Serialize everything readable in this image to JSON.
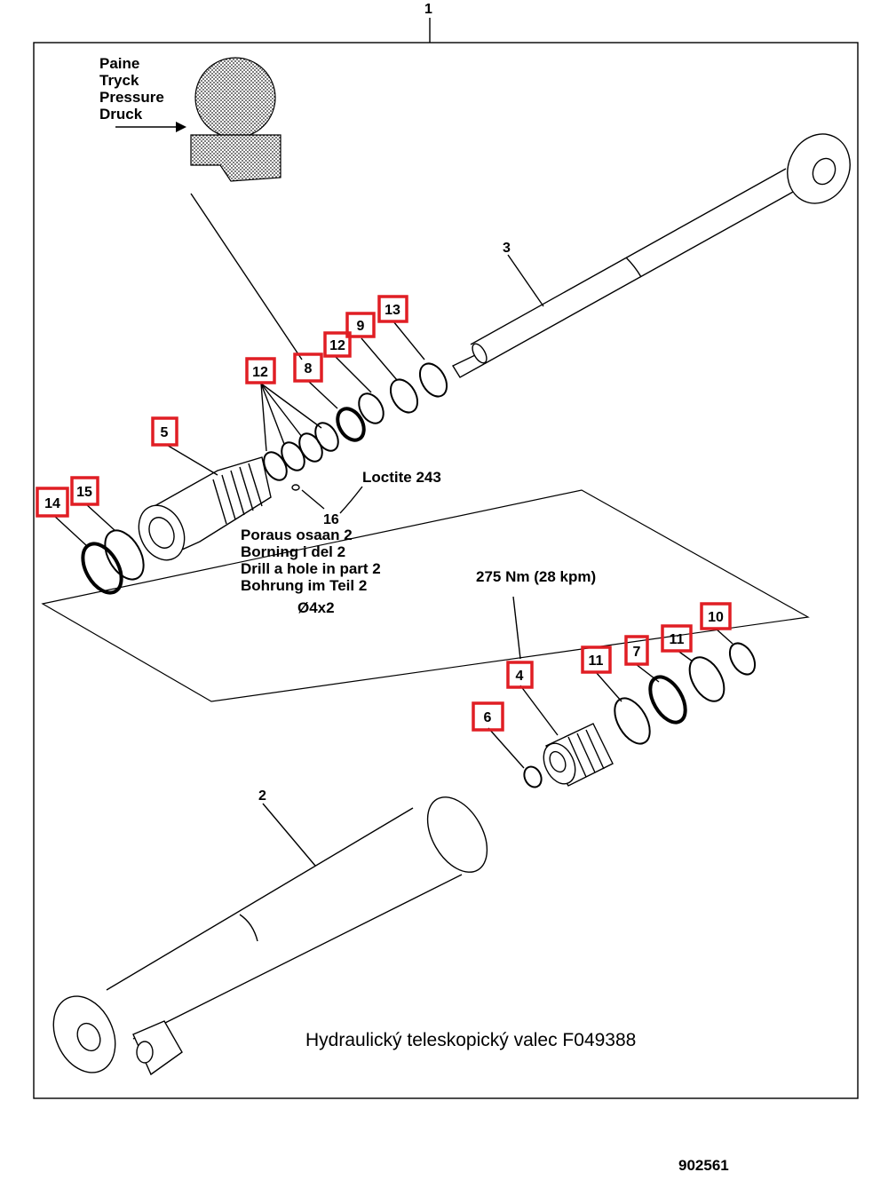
{
  "diagram": {
    "title_number": "1",
    "pressure_labels": [
      "Paine",
      "Tryck",
      "Pressure",
      "Druck"
    ],
    "loctite": "Loctite 243",
    "drill_labels": [
      "Poraus osaan 2",
      "Borning i del 2",
      "Drill a hole in part 2",
      "Bohrung im  Teil 2"
    ],
    "drill_size": "Ø4x2",
    "torque": "275 Nm (28 kpm)",
    "caption": "Hydraulický teleskopický valec F049388",
    "drawing_number": "902561",
    "plain_labels": {
      "rod": "3",
      "barrel": "2",
      "hole": "16"
    },
    "callouts": [
      {
        "id": "13",
        "label": "13"
      },
      {
        "id": "9",
        "label": "9"
      },
      {
        "id": "12a",
        "label": "12"
      },
      {
        "id": "8",
        "label": "8"
      },
      {
        "id": "12b",
        "label": "12"
      },
      {
        "id": "5",
        "label": "5"
      },
      {
        "id": "15",
        "label": "15"
      },
      {
        "id": "14",
        "label": "14"
      },
      {
        "id": "10",
        "label": "10"
      },
      {
        "id": "11a",
        "label": "11"
      },
      {
        "id": "7",
        "label": "7"
      },
      {
        "id": "11b",
        "label": "11"
      },
      {
        "id": "4",
        "label": "4"
      },
      {
        "id": "6",
        "label": "6"
      }
    ],
    "colors": {
      "callout_box": "#e01e24",
      "line": "#000000"
    }
  }
}
